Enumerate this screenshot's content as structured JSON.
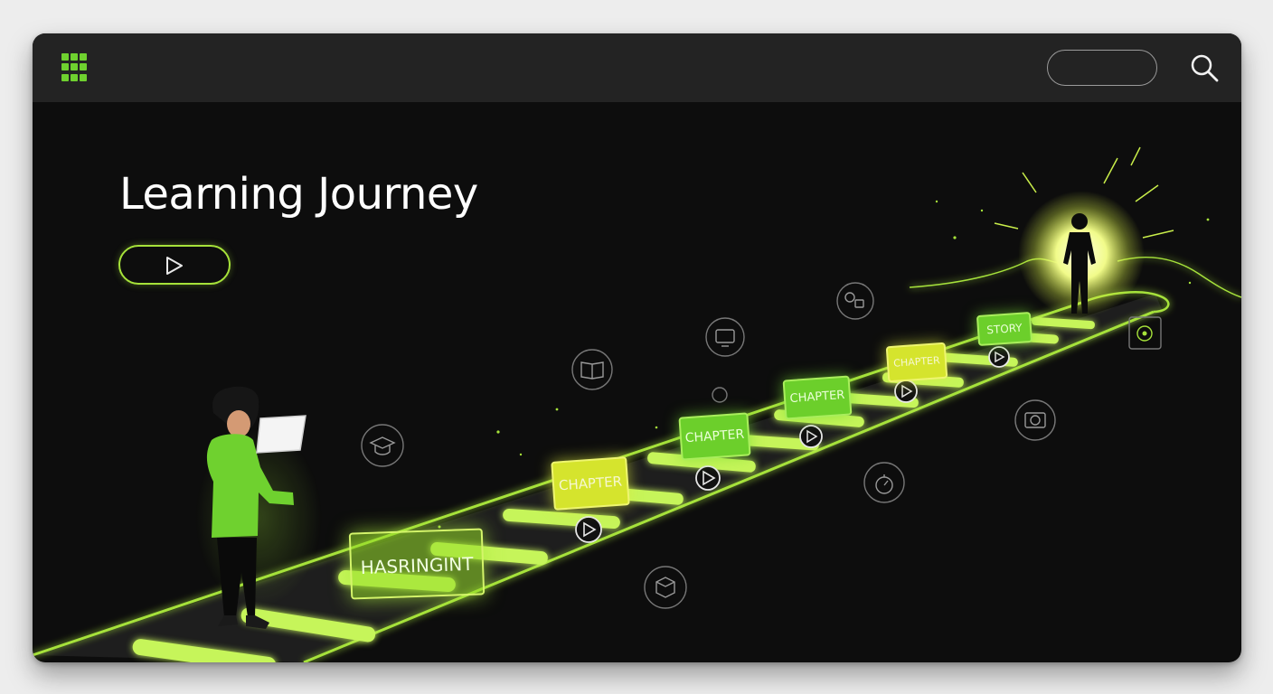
{
  "page": {
    "title": "Learning Journey"
  },
  "header": {
    "apps_icon": "grid-apps-icon",
    "search_icon": "search-icon"
  },
  "hero": {
    "play_icon": "play-icon"
  },
  "path": {
    "start_card": {
      "label": "HASRINGINT"
    },
    "cards": [
      {
        "label": "CHAPTER",
        "color": "yellow"
      },
      {
        "label": "CHAPTER",
        "color": "green"
      },
      {
        "label": "CHAPTER",
        "color": "green"
      },
      {
        "label": "CHAPTER",
        "color": "yellow"
      },
      {
        "label": "STORY",
        "color": "green"
      }
    ],
    "floating_icons": [
      "graduation-cap-icon",
      "book-icon",
      "monitor-icon",
      "settings-icon",
      "camera-icon",
      "stopwatch-icon",
      "cube-icon",
      "target-icon"
    ]
  },
  "colors": {
    "accent": "#a6e23a",
    "green": "#6fd12f",
    "yellow": "#d9e632",
    "background": "#0d0d0d",
    "topbar": "#232323"
  }
}
